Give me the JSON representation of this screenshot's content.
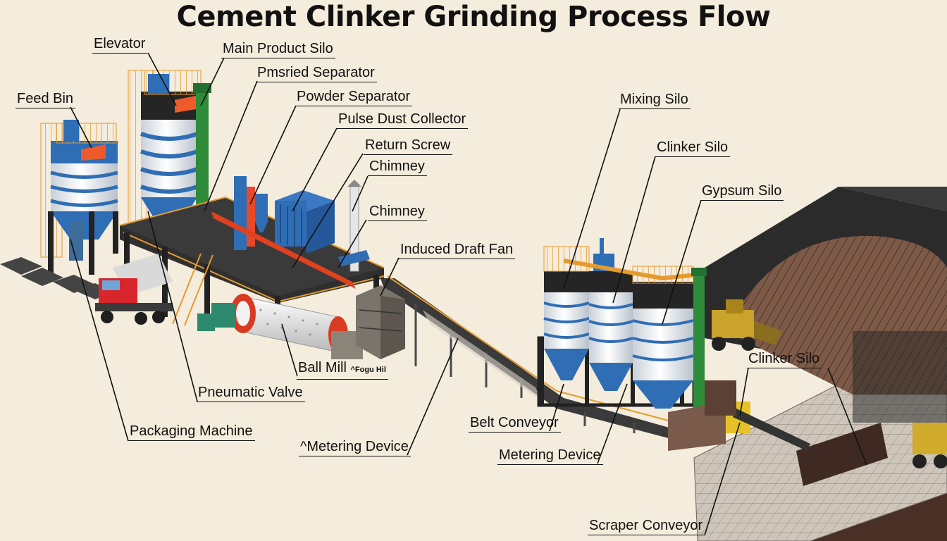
{
  "title": "Cement Clinker Grinding Process Flow",
  "labels": {
    "elevator": "Elevator",
    "main_product_silo": "Main Product Silo",
    "pmsried_separator": "Pmsried Separator",
    "powder_separator": "Powder Separator",
    "pulse_dust_collector": "Pulse Dust Collector",
    "return_screw": "Return Screw",
    "chimney_1": "Chimney",
    "chimney_2": "Chimney",
    "induced_draft_fan": "Induced Draft Fan",
    "feed_bin": "Feed Bin",
    "ball_mill": "Ball Mill",
    "ball_mill_small": "^Fogu Hil",
    "pneumatic_valve": "Pneumatic Valve",
    "packaging_machine": "Packaging Machine",
    "metering_device_left": "^Metering Device",
    "mixing_silo": "Mixing Silo",
    "clinker_silo_top": "Clinker Silo",
    "gypsum_silo": "Gypsum Silo",
    "clinker_silo_right": "Clinker Silo",
    "belt_conveyor": "Belt Conveyor",
    "metering_device_right": "Metering Device",
    "scraper_conveyor": "Scraper Conveyor"
  },
  "colors": {
    "background": "#f4ecdc",
    "silo_white": "#f2f4f6",
    "silo_blue": "#2f6db5",
    "railing_orange": "#e59a2e",
    "elevator_green": "#2e8b3a",
    "frame_dark": "#2a2a2a",
    "truck_red": "#d8262c",
    "mill_red": "#d83a22",
    "roof_brown": "#6b4a3a"
  }
}
